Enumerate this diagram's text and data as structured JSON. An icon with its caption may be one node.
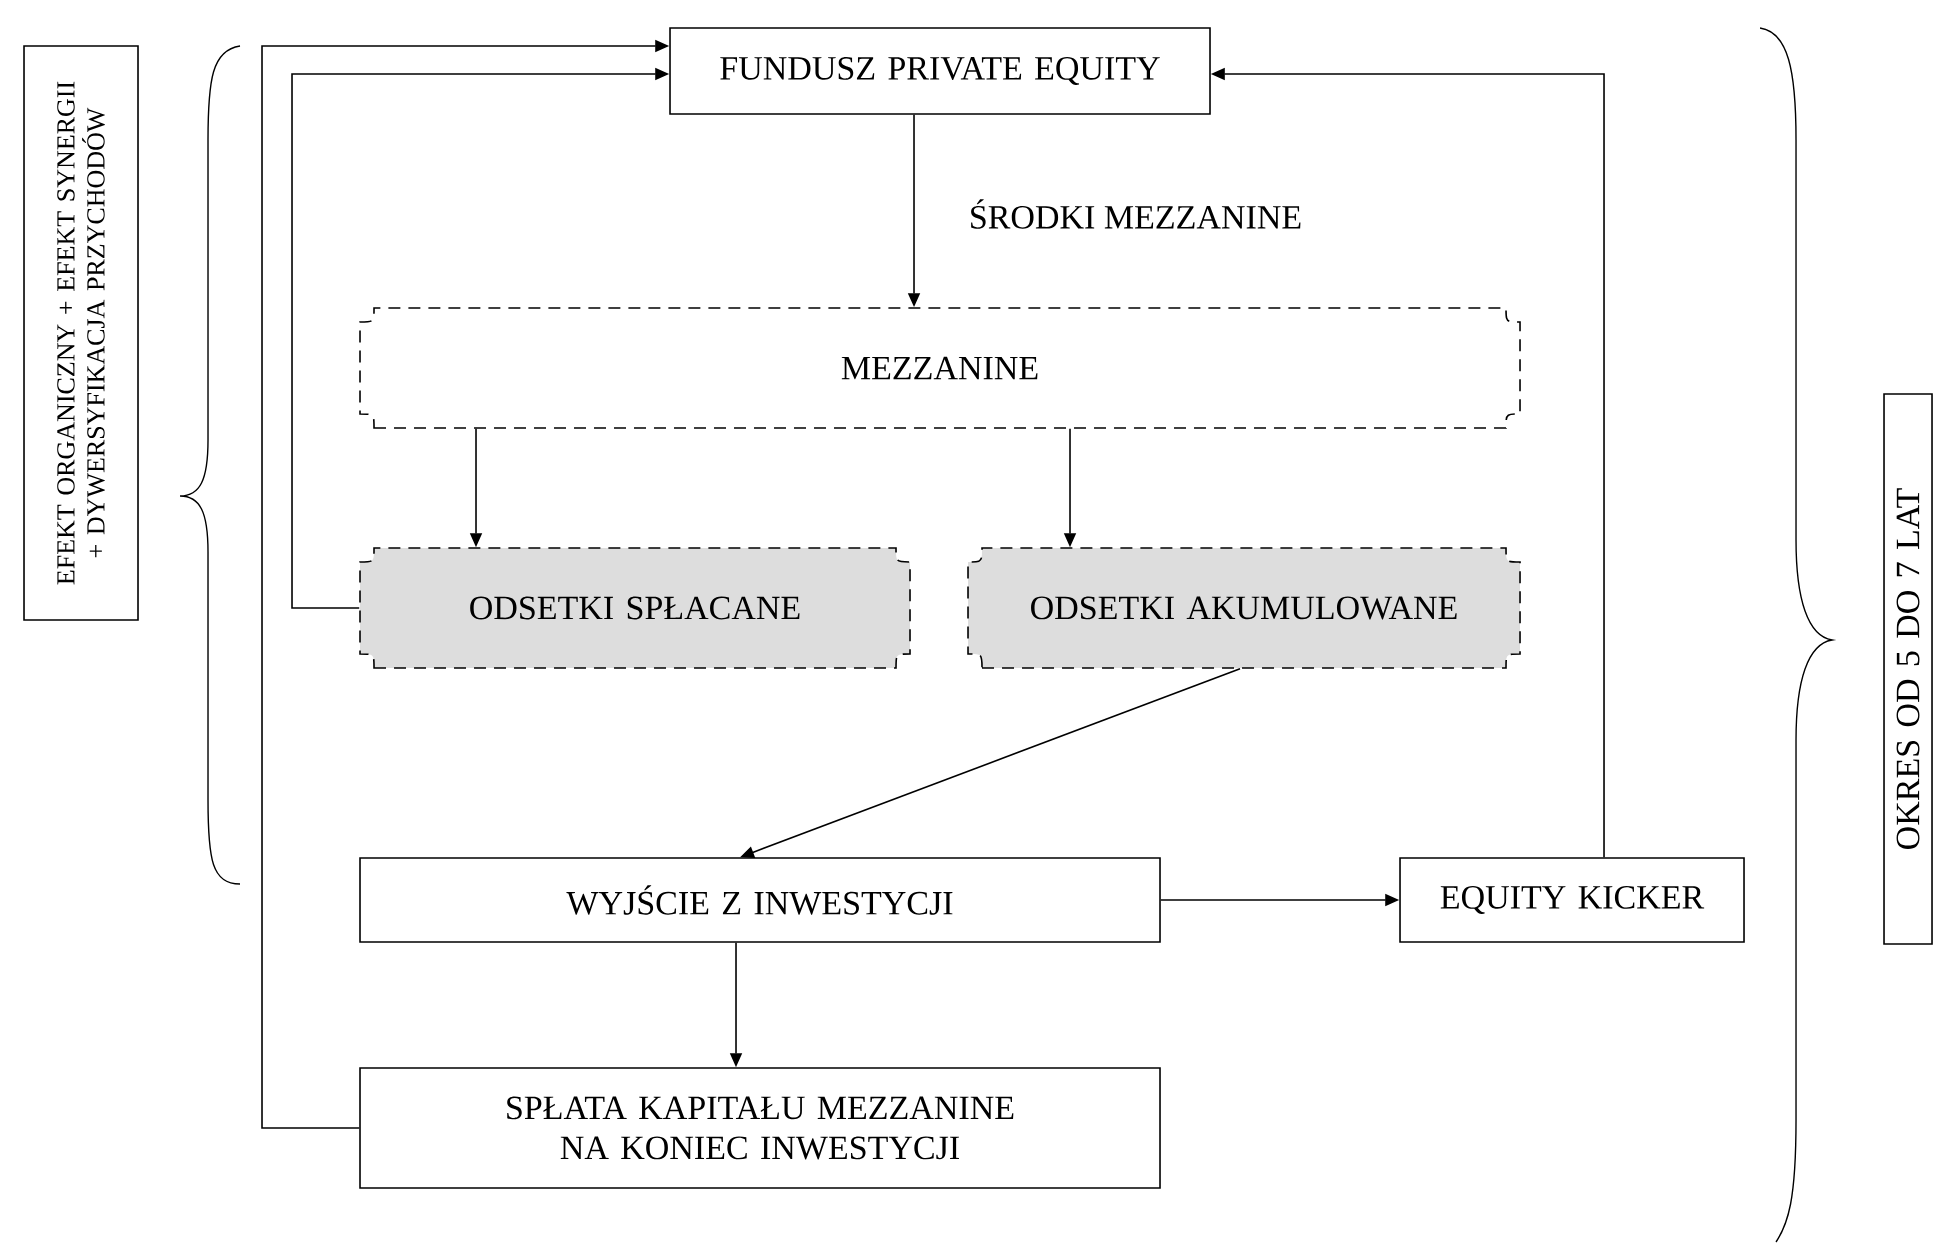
{
  "diagram": {
    "nodes": [
      {
        "text": [
          "FUNDUSZ PRIVATE EQUITY"
        ]
      },
      {
        "text": [
          "MEZZANINE"
        ]
      },
      {
        "text": [
          "ODSETKI SPŁACANE"
        ]
      },
      {
        "text": [
          "ODSETKI AKUMULOWANE"
        ]
      },
      {
        "text": [
          "WYJŚCIE Z INWESTYCJI"
        ]
      },
      {
        "text": [
          "EQUITY KICKER"
        ]
      },
      {
        "text": [
          "SPŁATA KAPITAŁU MEZZANINE NA KONIEC INWESTYCJI"
        ]
      },
      {
        "text": [
          "EFEKT ORGANICZNY + EFEKT SYNERGII + DYWERSYFIKACJA PRZYCHODÓW"
        ]
      },
      {
        "text": [
          "OKRES OD 5 DO 7 LAT"
        ]
      }
    ],
    "edges": [
      {
        "from": 0,
        "to": 1,
        "arrow": "to",
        "label": "ŚRODKI MEZZANINE"
      },
      {
        "from": 1,
        "to": 2,
        "arrow": "to"
      },
      {
        "from": 1,
        "to": 3,
        "arrow": "to"
      },
      {
        "from": 3,
        "to": 4,
        "arrow": "to"
      },
      {
        "from": 4,
        "to": 5,
        "arrow": "to"
      },
      {
        "from": 4,
        "to": 6,
        "arrow": "to"
      },
      {
        "from": 5,
        "to": 0,
        "arrow": "to"
      },
      {
        "from": 2,
        "to": 0,
        "arrow": "to"
      },
      {
        "from": 6,
        "to": 0,
        "arrow": "to"
      }
    ]
  }
}
